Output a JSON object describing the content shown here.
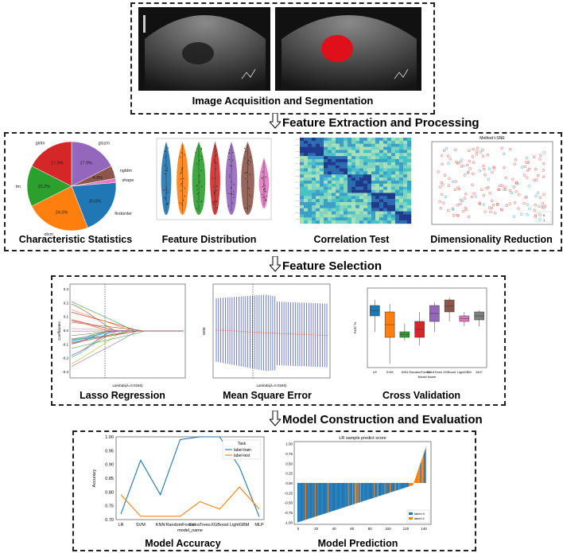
{
  "stages": {
    "s1": "Image Acquisition and  Segmentation",
    "s2": "Feature Extraction and Processing",
    "s3": "Feature Selection",
    "s4": "Model Construction and Evaluation"
  },
  "panels": {
    "p1": "Characteristic Statistics",
    "p2": "Feature Distribution",
    "p3": "Correlation Test",
    "p4": "Dimensionality Reduction",
    "p5": "Lasso Regression",
    "p6": "Mean Square Error",
    "p7": "Cross Validation",
    "p8": "Model Accuracy",
    "p9": "Model Prediction"
  },
  "pie": {
    "slices": [
      {
        "label": "glszm",
        "pct": "17.9%",
        "value": 17.9,
        "color": "#9467bd"
      },
      {
        "label": "ngtdm",
        "pct": "4.8%",
        "value": 4.8,
        "color": "#8c564b"
      },
      {
        "label": "shape",
        "pct": "",
        "value": 1.5,
        "color": "#e377c2"
      },
      {
        "label": "firstorder",
        "pct": "20.8%",
        "value": 20.8,
        "color": "#1f77b4"
      },
      {
        "label": "glcm",
        "pct": "24.0%",
        "value": 24.0,
        "color": "#ff7f0e"
      },
      {
        "label": "gldm",
        "pct": "15.2%",
        "value": 15.2,
        "color": "#2ca02c"
      },
      {
        "label": "glrlm",
        "pct": "17.9%",
        "value": 17.9,
        "color": "#d62728"
      }
    ]
  },
  "tsne": {
    "title": "Method t-SNE",
    "legend": [
      "0",
      "1"
    ]
  },
  "lasso": {
    "xlabel": "Lambda(λ=0.0346)",
    "ylabel": "Coefficients",
    "yticks": [
      "0.3",
      "0.2",
      "0.1",
      "0.0",
      "-0.1",
      "-0.2",
      "-0.3"
    ]
  },
  "mse": {
    "xlabel": "Lambda(λ=0.0346)",
    "ylabel": "MSE"
  },
  "cv": {
    "xlabel": "Model Name",
    "ylabel": "AUC %",
    "models": [
      "LR",
      "SVM",
      "KNN",
      "RandomForest",
      "ExtraTrees",
      "XGBoost",
      "LightGBM",
      "MLP"
    ],
    "colors": [
      "#1f77b4",
      "#ff7f0e",
      "#2ca02c",
      "#d62728",
      "#9467bd",
      "#8c564b",
      "#e377c2",
      "#7f7f7f"
    ]
  },
  "chart_data": [
    {
      "type": "line",
      "title": "",
      "xlabel": "model_name",
      "ylabel": "Accuracy",
      "categories": [
        "LR",
        "SVM",
        "KNN",
        "RandomForest",
        "ExtraTrees",
        "XGBoost",
        "LightGBM",
        "MLP"
      ],
      "ylim": [
        0.7,
        1.0
      ],
      "yticks": [
        0.7,
        0.75,
        0.8,
        0.85,
        0.9,
        0.95,
        1.0
      ],
      "legend_title": "Task",
      "legend_position": "top-right",
      "series": [
        {
          "name": "label-train",
          "color": "#1f77b4",
          "values": [
            0.72,
            0.915,
            0.79,
            0.99,
            1.0,
            1.0,
            0.89,
            0.71
          ]
        },
        {
          "name": "label-test",
          "color": "#ff7f0e",
          "values": [
            0.79,
            0.712,
            0.712,
            0.712,
            0.765,
            0.738,
            0.818,
            0.738
          ]
        }
      ]
    },
    {
      "type": "bar",
      "title": "LR sample predict score",
      "ylim": [
        -1.0,
        1.0
      ],
      "yticks": [
        "1.00",
        "0.75",
        "0.50",
        "0.25",
        "0.00",
        "-0.25",
        "-0.50",
        "-0.75",
        "-1.00"
      ],
      "xticks": [
        "0",
        "20",
        "40",
        "60",
        "80",
        "100",
        "120",
        "140"
      ],
      "legend_position": "bottom-right",
      "series": [
        {
          "name": "label=0",
          "color": "#1f77b4"
        },
        {
          "name": "label=1",
          "color": "#ff7f0e"
        }
      ]
    }
  ]
}
